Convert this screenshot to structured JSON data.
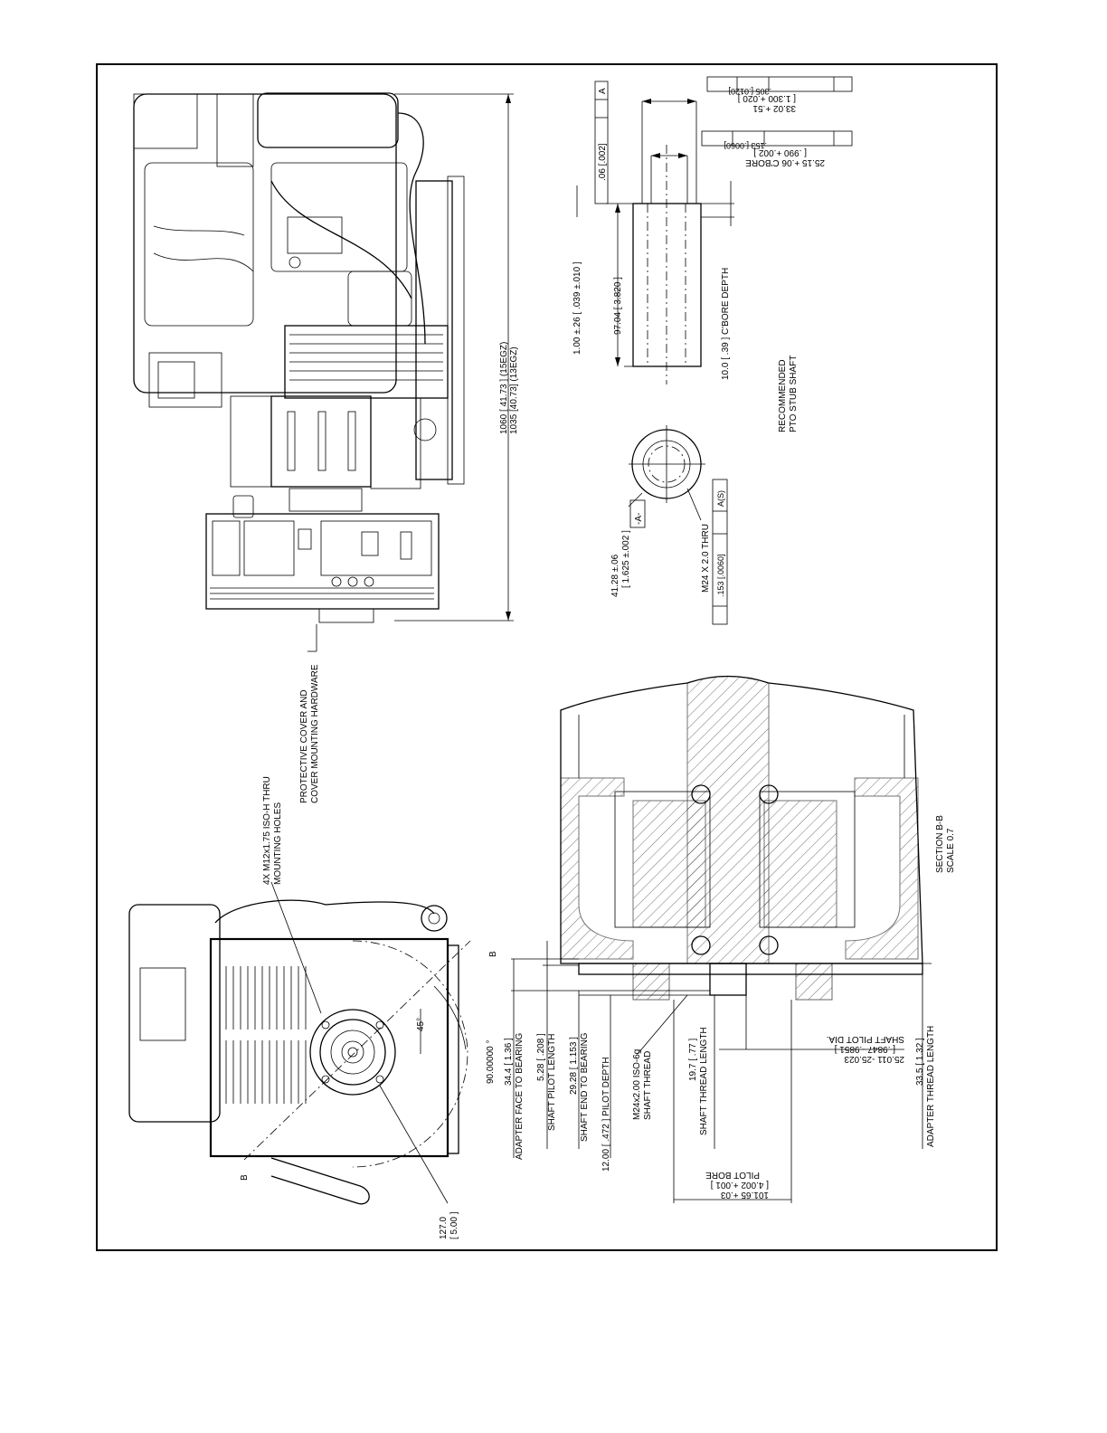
{
  "labels": {
    "overall_height": "1060   [ 41.73 ]  (15EGZ)",
    "overall_height_alt": "1035 [40.73] (13EGZ)",
    "protective_cover_1": "PROTECTIVE COVER AND",
    "protective_cover_2": "COVER MOUNTING HARDWARE",
    "mounting_holes_1": "4X M12x1.75 ISO-H THRU",
    "mounting_holes_2": "MOUNTING HOLES",
    "angle_90": "90.00000 °",
    "angle_45": "45°",
    "section_mark_b": "B",
    "circle_dia": "127.0",
    "circle_dia_in": "[ 5.00 ]",
    "datum_a": "A",
    "datum_a_box": "-A-",
    "fcf_top_perp": ".06 [.002]",
    "fcf_pos_305": ".305 [.0120]",
    "fcf_pos_153": ".153 [.0060]",
    "fcf_pos_153b": ".153 [.0060]",
    "fcf_s": "S",
    "fcf_ag": "A(S)",
    "dia_33": "33.02   +.51",
    "dia_33_in": "[ 1.300   +.020  ]",
    "dia_25": "25.15   +.06  C'BORE",
    "dia_25_in": "[ .990   +.002  ]",
    "dim_1_00": "1.00   ±.26    [ .039  ±.010  ]",
    "dim_97": "97.04    [ 3.820  ]",
    "dim_10": "10.0   [ .39  ]  C'BORE DEPTH",
    "recommended_1": "RECOMMENDED",
    "recommended_2": "PTO STUB SHAFT",
    "dia_41": "41.28   ±.06",
    "dia_41_in": "[ 1.625  ±.002  ]",
    "m24_thru": "M24 X 2.0 THRU",
    "adapter_face": "34.4   [ 1.36 ]",
    "adapter_face_lbl": "ADAPTER FACE TO BEARING",
    "shaft_pilot_len": "5.28    [ .208 ]",
    "shaft_pilot_len_lbl": "SHAFT PILOT LENGTH",
    "shaft_end": "29.28    [ 1.153 ]",
    "shaft_end_lbl": "SHAFT END TO BEARING",
    "pilot_depth": "12.00    [ .472  ]  PILOT DEPTH",
    "m24_shaft_1": "M24x2.00 ISO-6g",
    "m24_shaft_2": "SHAFT THREAD",
    "shaft_thread_len": "19.7    [ .77 ]",
    "shaft_thread_len_lbl": "SHAFT THREAD LENGTH",
    "pilot_bore_1": "101.65   +.03",
    "pilot_bore_2": "[ 4.002  +.001  ]",
    "pilot_bore_3": "PILOT BORE",
    "shaft_pilot_dia_1": "25.011   -25.023",
    "shaft_pilot_dia_2": "[ .9847   -.9851  ]",
    "shaft_pilot_dia_3": "SHAFT PILOT DIA.",
    "adapter_thread": "33.5   [ 1.32 ]",
    "adapter_thread_lbl": "ADAPTER THREAD LENGTH",
    "section_1": "SECTION     B-B",
    "section_2": "SCALE     0.7"
  }
}
